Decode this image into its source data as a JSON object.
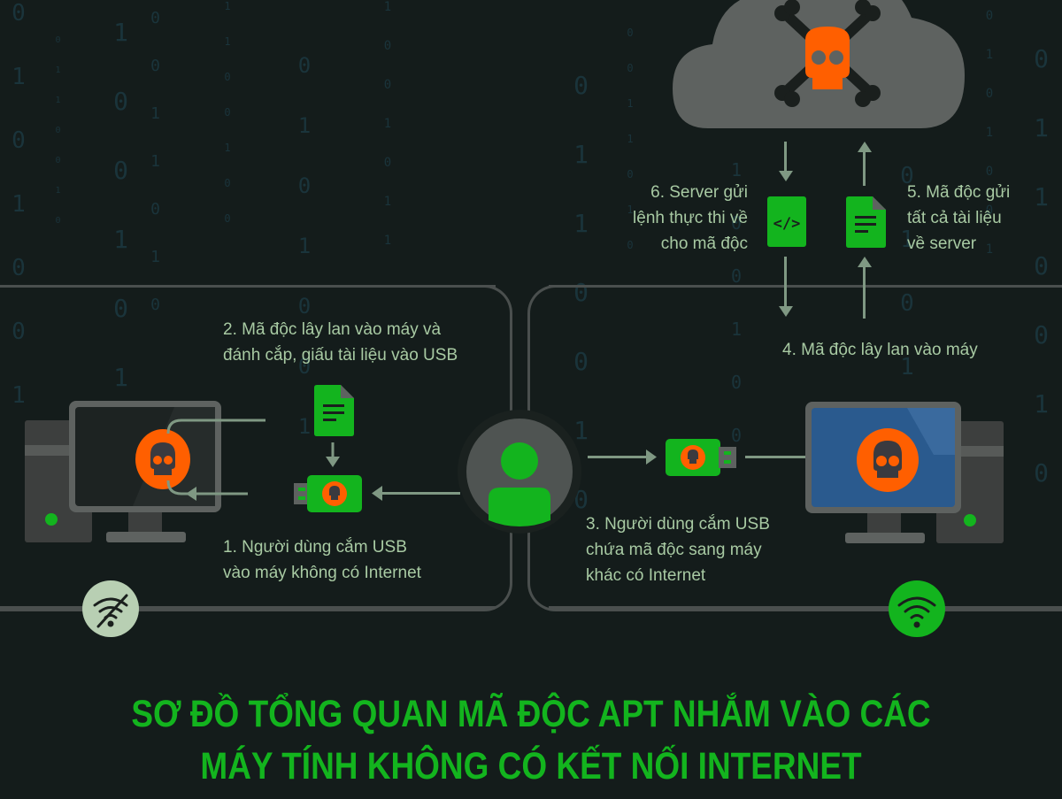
{
  "title": {
    "line1": "SƠ ĐỒ TỔNG QUAN MÃ ĐỘC APT NHẮM VÀO CÁC",
    "line2": "MÁY TÍNH KHÔNG CÓ KẾT NỐI INTERNET"
  },
  "steps": {
    "step1": {
      "line1": "1. Người dùng cắm USB",
      "line2": "vào máy không có Internet"
    },
    "step2": {
      "line1": "2. Mã độc lây lan vào máy và",
      "line2": "đánh cắp, giấu tài liệu vào USB"
    },
    "step3": {
      "line1": "3. Người dùng cắm USB",
      "line2": "chứa mã độc sang máy",
      "line3": "khác có Internet"
    },
    "step4": {
      "line1": "4. Mã độc lây lan vào máy"
    },
    "step5": {
      "line1": "5. Mã độc gửi",
      "line2": "tất cả tài liệu",
      "line3": "về server"
    },
    "step6": {
      "line1": "6. Server gửi",
      "line2": "lệnh thực thi về",
      "line3": "cho mã độc"
    }
  },
  "icons": {
    "cloud": "cloud-server-icon",
    "skull_crossbones": "skull-crossbones-icon",
    "code_doc": "code-document-icon",
    "doc": "document-icon",
    "user": "user-icon",
    "usb": "usb-drive-icon",
    "wifi_off": "wifi-off-icon",
    "wifi_on": "wifi-icon"
  },
  "colors": {
    "background": "#141c1b",
    "accent_green": "#13b41e",
    "malware_orange": "#ff5f00",
    "text": "#a8caa3",
    "screen_blue": "#2a5a8e"
  },
  "binary_columns": [
    "0 1 0 1 0 0 1",
    "0 1 1 0 0 1 0",
    "1 0 0 1 0 1 1",
    "0 0 1 1 0 1 0",
    "1 1 0 0 1 0 0"
  ]
}
